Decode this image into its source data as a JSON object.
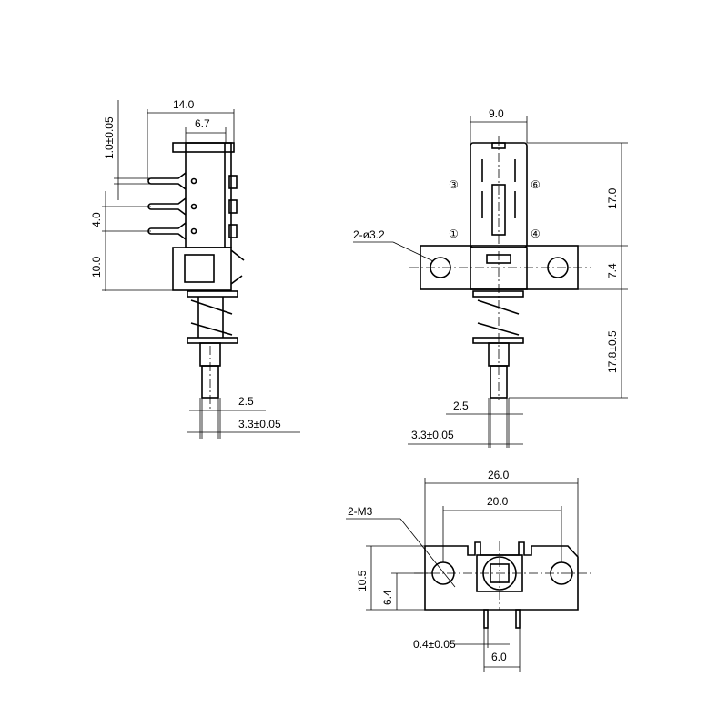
{
  "side_view": {
    "dim_width_total": "14.0",
    "dim_width_body": "6.7",
    "dim_pin_thickness": "1.0±0.05",
    "dim_pin_pitch": "4.0",
    "dim_pin_to_base": "10.0",
    "dim_shaft_inner": "2.5",
    "dim_shaft_outer": "3.3±0.05"
  },
  "front_view": {
    "dim_body_width": "9.0",
    "dim_body_height": "17.0",
    "dim_hole": "2-ø3.2",
    "pin_3": "③",
    "pin_6": "⑥",
    "pin_1": "①",
    "pin_4": "④",
    "dim_flange_height": "7.4",
    "dim_shaft_length": "17.8±0.5",
    "dim_shaft_inner": "2.5",
    "dim_shaft_outer": "3.3±0.05"
  },
  "bottom_view": {
    "dim_total_width": "26.0",
    "dim_hole_spacing": "20.0",
    "dim_thread": "2-M3",
    "dim_height": "10.5",
    "dim_hole_height": "6.4",
    "dim_pin_thickness": "0.4±0.05",
    "dim_pin_spacing": "6.0"
  }
}
